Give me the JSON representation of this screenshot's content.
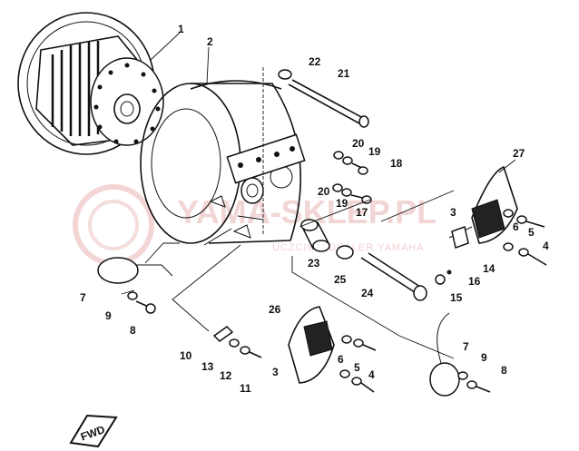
{
  "watermark": {
    "brand": "YAMA-SKLEP.PL",
    "tagline": "UCZCIWY DEALER YAMAHA",
    "color": "#e9b3b3"
  },
  "fwd_label": "FWD",
  "callouts": {
    "c1": "1",
    "c2": "2",
    "c3a": "3",
    "c3b": "3",
    "c4a": "4",
    "c4b": "4",
    "c5a": "5",
    "c5b": "5",
    "c6a": "6",
    "c6b": "6",
    "c7a": "7",
    "c7b": "7",
    "c8a": "8",
    "c8b": "8",
    "c9a": "9",
    "c9b": "9",
    "c10": "10",
    "c11": "11",
    "c12": "12",
    "c13": "13",
    "c14": "14",
    "c15": "15",
    "c16": "16",
    "c17": "17",
    "c18": "18",
    "c19a": "19",
    "c19b": "19",
    "c20a": "20",
    "c20b": "20",
    "c21": "21",
    "c22": "22",
    "c23": "23",
    "c24": "24",
    "c25": "25",
    "c26": "26",
    "c27": "27"
  }
}
